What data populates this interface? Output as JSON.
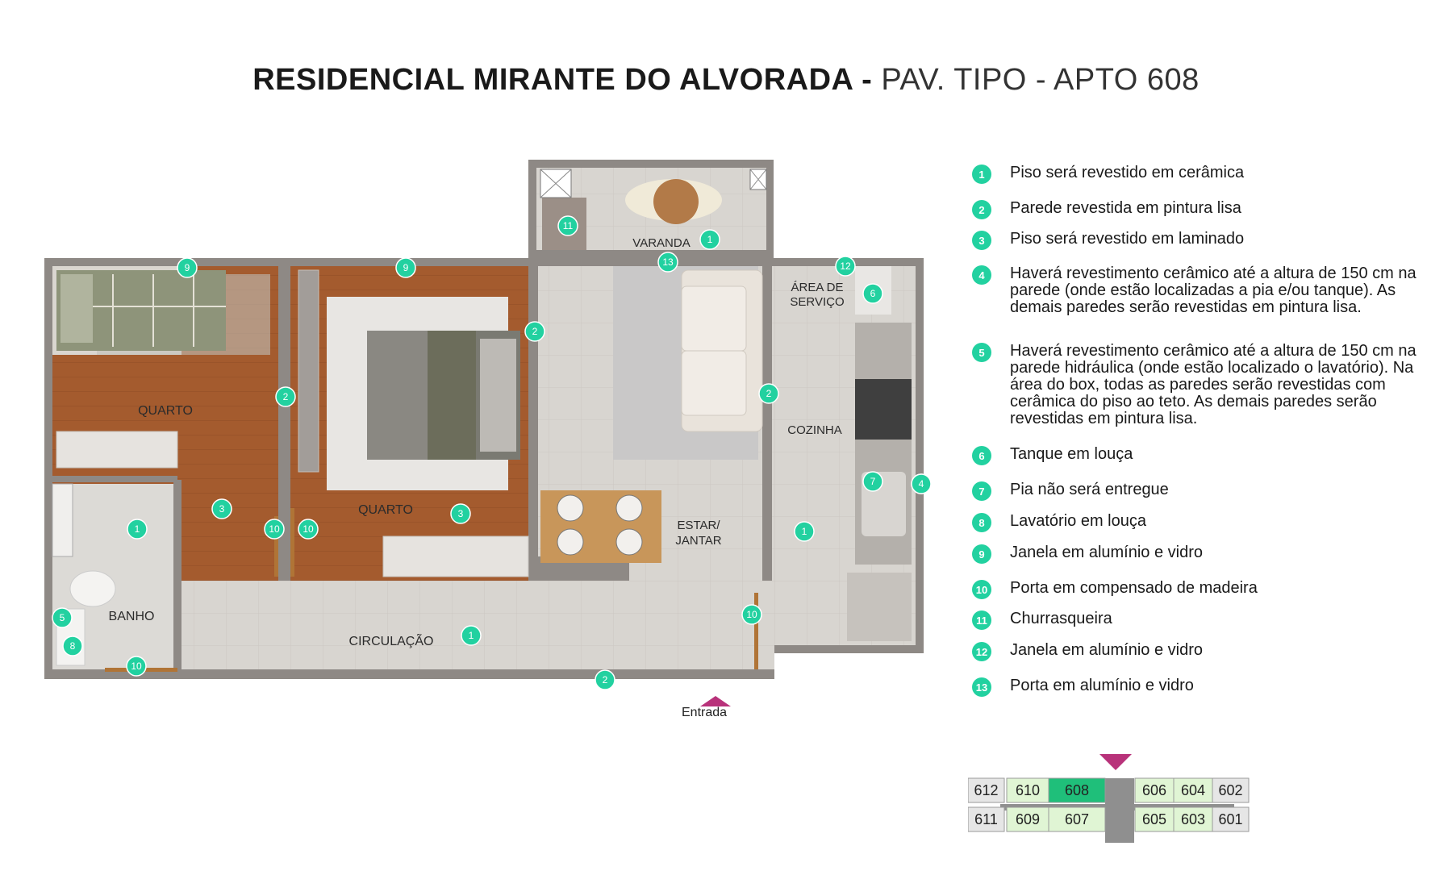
{
  "title": {
    "bold": "RESIDENCIAL MIRANTE DO ALVORADA",
    "sep": " - ",
    "light": "PAV. TIPO - APTO 608"
  },
  "rooms": {
    "quarto1": "QUARTO",
    "quarto2": "QUARTO",
    "banho": "BANHO",
    "circulacao": "CIRCULAÇÃO",
    "varanda": "VARANDA",
    "estar_1": "ESTAR/",
    "estar_2": "JANTAR",
    "cozinha": "COZINHA",
    "area_1": "ÁREA DE",
    "area_2": "SERVIÇO"
  },
  "entry_label": "Entrada",
  "markers": [
    "9",
    "9",
    "12",
    "11",
    "1",
    "13",
    "2",
    "2",
    "6",
    "2",
    "2",
    "3",
    "3",
    "10",
    "10",
    "1",
    "1",
    "4",
    "7",
    "5",
    "8",
    "10",
    "10",
    "1",
    "2"
  ],
  "legend": [
    {
      "num": "1",
      "text": "Piso será revestido em cerâmica"
    },
    {
      "num": "2",
      "text": "Parede revestida em pintura lisa"
    },
    {
      "num": "3",
      "text": "Piso será revestido em laminado"
    },
    {
      "num": "4",
      "text": "Haverá revestimento cerâmico até a altura de 150 cm na parede (onde estão localizadas a pia e/ou tanque). As demais paredes serão revestidas em pintura lisa."
    },
    {
      "num": "5",
      "text": "Haverá revestimento cerâmico até a altura de 150 cm na parede hidráulica (onde estão localizado o lavatório). Na área do box, todas as paredes serão revestidas com cerâmica do piso ao teto. As demais paredes serão revestidas em pintura lisa."
    },
    {
      "num": "6",
      "text": "Tanque em louça"
    },
    {
      "num": "7",
      "text": "Pia não será entregue"
    },
    {
      "num": "8",
      "text": "Lavatório em louça"
    },
    {
      "num": "9",
      "text": "Janela em alumínio e vidro"
    },
    {
      "num": "10",
      "text": "Porta em compensado de madeira"
    },
    {
      "num": "11",
      "text": "Churrasqueira"
    },
    {
      "num": "12",
      "text": "Janela em alumínio e vidro"
    },
    {
      "num": "13",
      "text": "Porta em alumínio e vidro"
    }
  ],
  "unit_map": {
    "top": [
      "612",
      "610",
      "608",
      "606",
      "604",
      "602"
    ],
    "bottom": [
      "611",
      "609",
      "607",
      "605",
      "603",
      "601"
    ],
    "highlighted": "608"
  },
  "colors": {
    "accent": "#22d1a0",
    "entry_arrow": "#b8327a",
    "highlight": "#1fbf7a",
    "wood": "#a0582c",
    "wall": "#8f8a86",
    "floor": "#d9d6d1"
  }
}
